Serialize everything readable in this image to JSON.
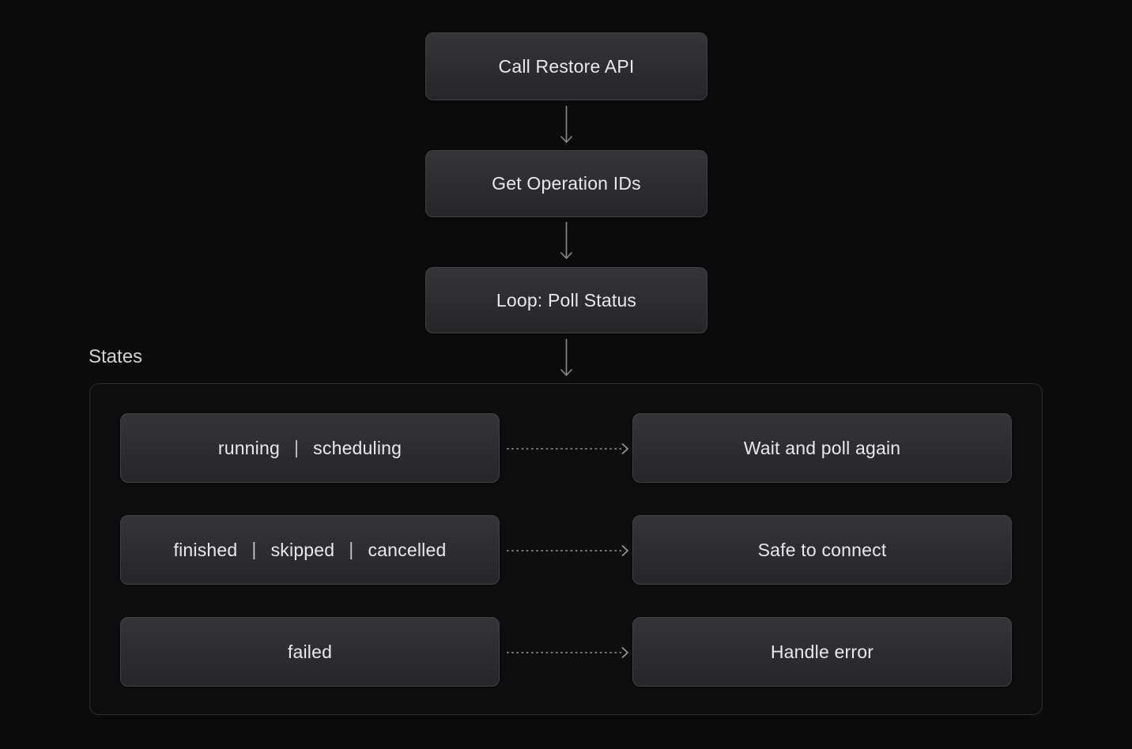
{
  "colors": {
    "page_bg": "#0b0b0c",
    "node_bg_top": "#343439",
    "node_bg_bottom": "#26262a",
    "node_border": "#414146",
    "node_text": "#e9e9ec",
    "arrow_color": "#8a8a8f",
    "dashed_arrow_color": "#9a9a9f",
    "section_label": "#d3d3d6",
    "container_border": "#2c2c31",
    "container_bg": "rgba(255,255,255,0.015)",
    "separator_color": "#c2c2c6"
  },
  "flow": {
    "steps": [
      {
        "label": "Call Restore API"
      },
      {
        "label": "Get Operation IDs"
      },
      {
        "label": "Loop: Poll Status"
      }
    ]
  },
  "states_section": {
    "label": "States",
    "separator": "|",
    "rows": [
      {
        "states": [
          "running",
          "scheduling"
        ],
        "action": "Wait and poll again"
      },
      {
        "states": [
          "finished",
          "skipped",
          "cancelled"
        ],
        "action": "Safe to connect"
      },
      {
        "states": [
          "failed"
        ],
        "action": "Handle error"
      }
    ]
  }
}
